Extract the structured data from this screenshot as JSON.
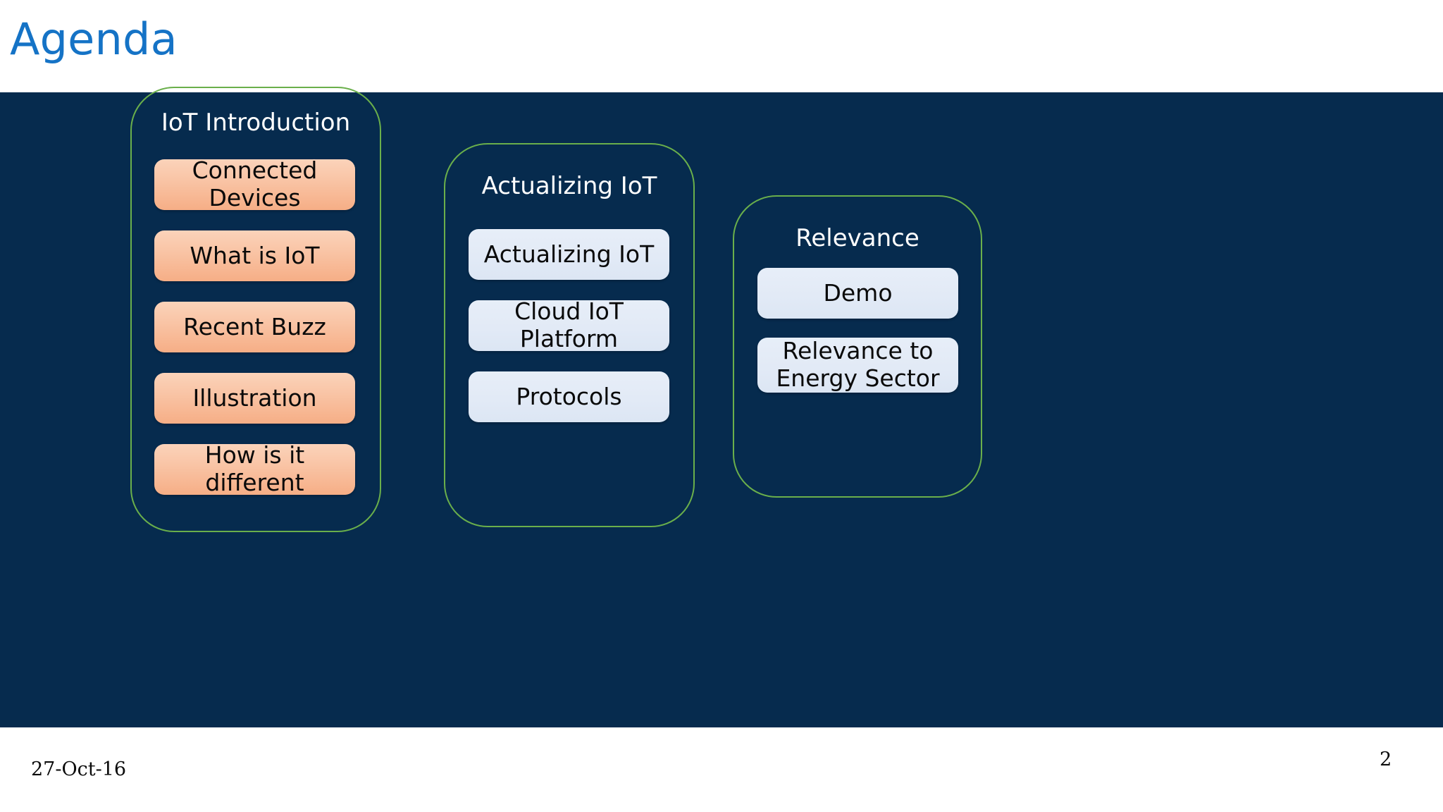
{
  "slide": {
    "title": "Agenda",
    "title_color": "#1573C6",
    "background_color": "#062B4E",
    "accent_border_color": "#6AAF4B"
  },
  "groups": [
    {
      "heading": "IoT Introduction",
      "item_style": "orange",
      "item_fill_top": "#FBD3BA",
      "item_fill_bottom": "#F6AE86",
      "items": [
        {
          "label": "Connected Devices"
        },
        {
          "label": "What is IoT"
        },
        {
          "label": "Recent Buzz"
        },
        {
          "label": "Illustration"
        },
        {
          "label": "How is it different"
        }
      ]
    },
    {
      "heading": "Actualizing IoT",
      "item_style": "blue",
      "item_fill_top": "#E7EEF8",
      "item_fill_bottom": "#DCE6F4",
      "items": [
        {
          "label": "Actualizing IoT"
        },
        {
          "label": "Cloud IoT Platform"
        },
        {
          "label": "Protocols"
        }
      ]
    },
    {
      "heading": "Relevance",
      "item_style": "blue",
      "item_fill_top": "#E7EEF8",
      "item_fill_bottom": "#DCE6F4",
      "items": [
        {
          "label": "Demo"
        },
        {
          "label": "Relevance to Energy Sector"
        }
      ]
    }
  ],
  "footer": {
    "date": "27-Oct-16",
    "page_number": "2"
  }
}
